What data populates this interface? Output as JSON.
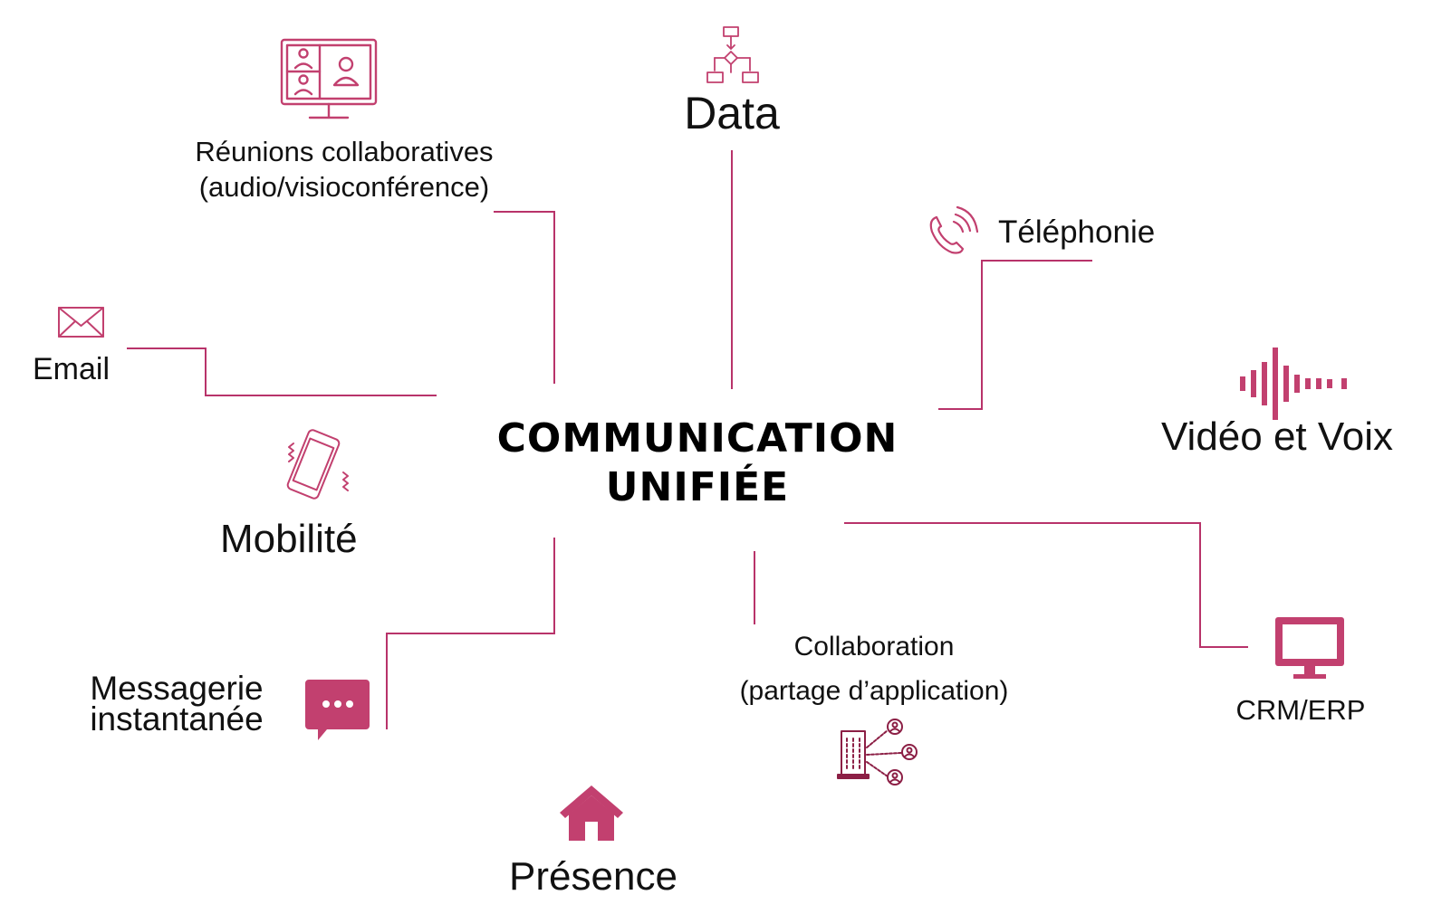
{
  "colors": {
    "accent": "#c2406f",
    "line": "#b8336a",
    "text": "#111111"
  },
  "center": {
    "line1": "COMMUNICATION",
    "line2": "UNIFIÉE"
  },
  "nodes": {
    "reunions": {
      "line1": "Réunions collaboratives",
      "line2": "(audio/visioconférence)",
      "icon": "video-conference-monitor-icon"
    },
    "data": {
      "label": "Data",
      "icon": "flowchart-icon"
    },
    "telephonie": {
      "label": "Téléphonie",
      "icon": "phone-ringing-icon"
    },
    "email": {
      "label": "Email",
      "icon": "envelope-icon"
    },
    "video_voix": {
      "label": "Vidéo et Voix",
      "icon": "sound-wave-icon"
    },
    "mobilite": {
      "label": "Mobilité",
      "icon": "vibrating-phone-icon"
    },
    "crm": {
      "label": "CRM/ERP",
      "icon": "monitor-icon"
    },
    "messagerie": {
      "line1": "Messagerie",
      "line2": "instantanée",
      "icon": "chat-bubble-icon"
    },
    "collaboration": {
      "line1": "Collaboration",
      "line2": "(partage d’application)",
      "icon": "building-network-icon"
    },
    "presence": {
      "label": "Présence",
      "icon": "house-icon"
    }
  }
}
